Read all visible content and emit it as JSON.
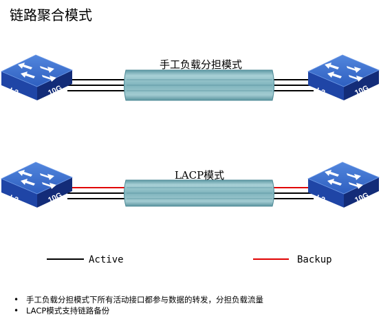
{
  "title": "链路聚合模式",
  "colors": {
    "switch_top": "#3f73cf",
    "switch_front": "#1d3e9a",
    "switch_side": "#163282",
    "pipe": "#84b8c0",
    "pipe_edge": "#4d8a96",
    "active_line": "#000000",
    "backup_line": "#e00000"
  },
  "diagrams": [
    {
      "label": "手工负载分担模式",
      "links": [
        "active",
        "active",
        "active"
      ],
      "left_switch": {
        "layer": "L3",
        "speed": "10G",
        "icon": "switch-icon"
      },
      "right_switch": {
        "layer": "L3",
        "speed": "10G",
        "icon": "switch-icon"
      }
    },
    {
      "label": "LACP模式",
      "links": [
        "backup",
        "active",
        "active"
      ],
      "left_switch": {
        "layer": "L3",
        "speed": "10G",
        "icon": "switch-icon"
      },
      "right_switch": {
        "layer": "L3",
        "speed": "10G",
        "icon": "switch-icon"
      }
    }
  ],
  "legend": {
    "active": "Active",
    "backup": "Backup"
  },
  "notes": [
    "手工负载分担模式下所有活动接口都参与数据的转发，分担负载流量",
    "LACP模式支持链路备份"
  ]
}
